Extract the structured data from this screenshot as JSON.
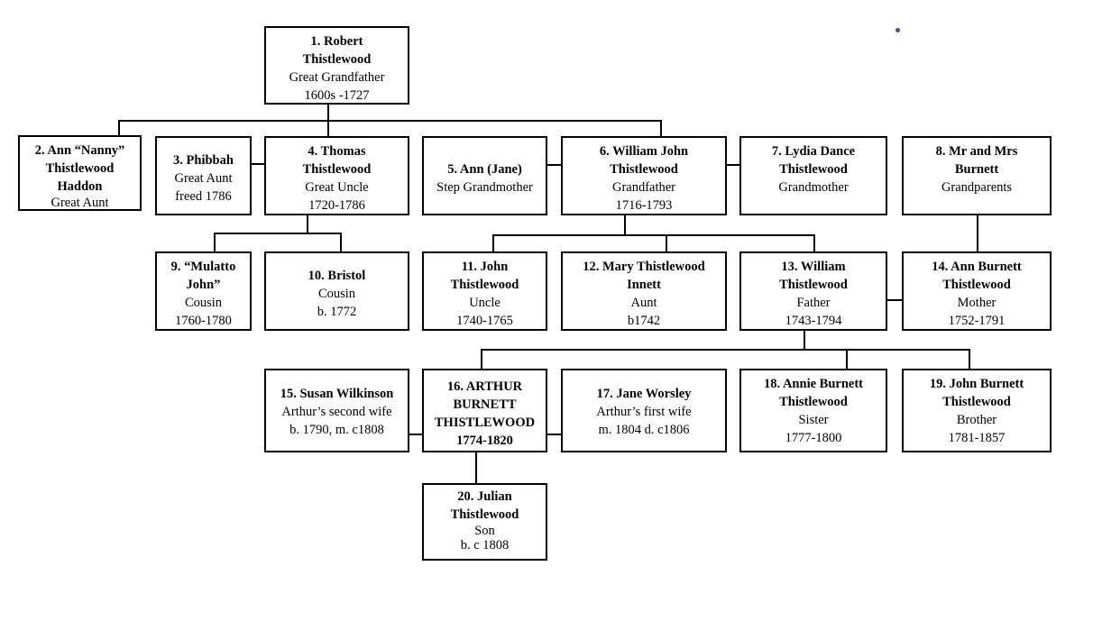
{
  "colors": {
    "border": "#000000",
    "text": "#000000",
    "background": "#ffffff",
    "dot": "#3a4bc0"
  },
  "nodes": {
    "n1": {
      "name": "1. Robert Thistlewood",
      "lines": [
        "Great Grandfather",
        "1600s -1727"
      ]
    },
    "n2": {
      "name": "2. Ann “Nanny” Thistlewood Haddon",
      "lines": [
        "Great Aunt"
      ]
    },
    "n3": {
      "name": "3. Phibbah",
      "lines": [
        "Great Aunt",
        "freed 1786"
      ]
    },
    "n4": {
      "name": "4. Thomas Thistlewood",
      "lines": [
        "Great Uncle",
        "1720-1786"
      ]
    },
    "n5": {
      "name": "5. Ann (Jane)",
      "lines": [
        "Step Grandmother"
      ]
    },
    "n6": {
      "name": "6. William John Thistlewood",
      "lines": [
        "Grandfather",
        "1716-1793"
      ]
    },
    "n7": {
      "name": "7. Lydia Dance Thistlewood",
      "lines": [
        "Grandmother"
      ]
    },
    "n8": {
      "name": "8. Mr and Mrs Burnett",
      "lines": [
        "Grandparents"
      ]
    },
    "n9": {
      "name": "9. “Mulatto John”",
      "lines": [
        "Cousin",
        "1760-1780"
      ]
    },
    "n10": {
      "name": "10. Bristol",
      "lines": [
        "Cousin",
        "b. 1772"
      ]
    },
    "n11": {
      "name": "11. John Thistlewood",
      "lines": [
        "Uncle",
        "1740-1765"
      ]
    },
    "n12": {
      "name": "12. Mary Thistlewood Innett",
      "lines": [
        "Aunt",
        "b1742"
      ]
    },
    "n13": {
      "name": "13. William Thistlewood",
      "lines": [
        "Father",
        "1743-1794"
      ]
    },
    "n14": {
      "name": "14. Ann Burnett Thistlewood",
      "lines": [
        "Mother",
        "1752-1791"
      ]
    },
    "n15": {
      "name": "15. Susan Wilkinson",
      "lines": [
        "Arthur’s second wife",
        "b. 1790, m. c1808"
      ]
    },
    "n16": {
      "name": "16. ARTHUR BURNETT THISTLEWOOD",
      "lines": [
        "1774-1820"
      ]
    },
    "n17": {
      "name": "17. Jane Worsley",
      "lines": [
        "Arthur’s first wife",
        "m. 1804 d. c1806"
      ]
    },
    "n18": {
      "name": "18. Annie Burnett Thistlewood",
      "lines": [
        "Sister",
        "1777-1800"
      ]
    },
    "n19": {
      "name": "19. John Burnett Thistlewood",
      "lines": [
        "Brother",
        "1781-1857"
      ]
    },
    "n20": {
      "name": "20. Julian Thistlewood",
      "lines": [
        "Son",
        "b. c 1808"
      ]
    }
  }
}
